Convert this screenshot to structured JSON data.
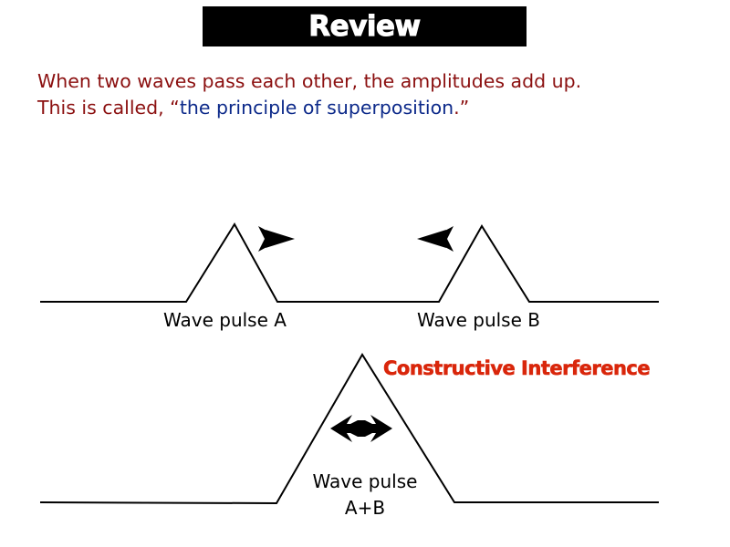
{
  "slide": {
    "title": "Review",
    "intro_line1": "When two waves pass each other, the amplitudes add up.",
    "intro_line2_before": "This is called, “",
    "intro_line2_highlight": "the principle of superposition",
    "intro_line2_after": ".”"
  },
  "diagram": {
    "pulse_a_label": "Wave pulse A",
    "pulse_b_label": "Wave pulse B",
    "combined_label_line1": "Wave pulse",
    "combined_label_line2": "A+B",
    "interference_label": "Constructive Interference"
  },
  "icons": {
    "arrow_a": "arrow-right-icon",
    "arrow_b": "arrow-left-icon",
    "arrow_ab": "double-arrow-icon"
  },
  "colors": {
    "title_bg": "#000000",
    "title_text": "#ffffff",
    "intro_text": "#8b1010",
    "highlight_text": "#0d2a8a",
    "interference_text": "#d9260b",
    "wave_line": "#000000"
  }
}
